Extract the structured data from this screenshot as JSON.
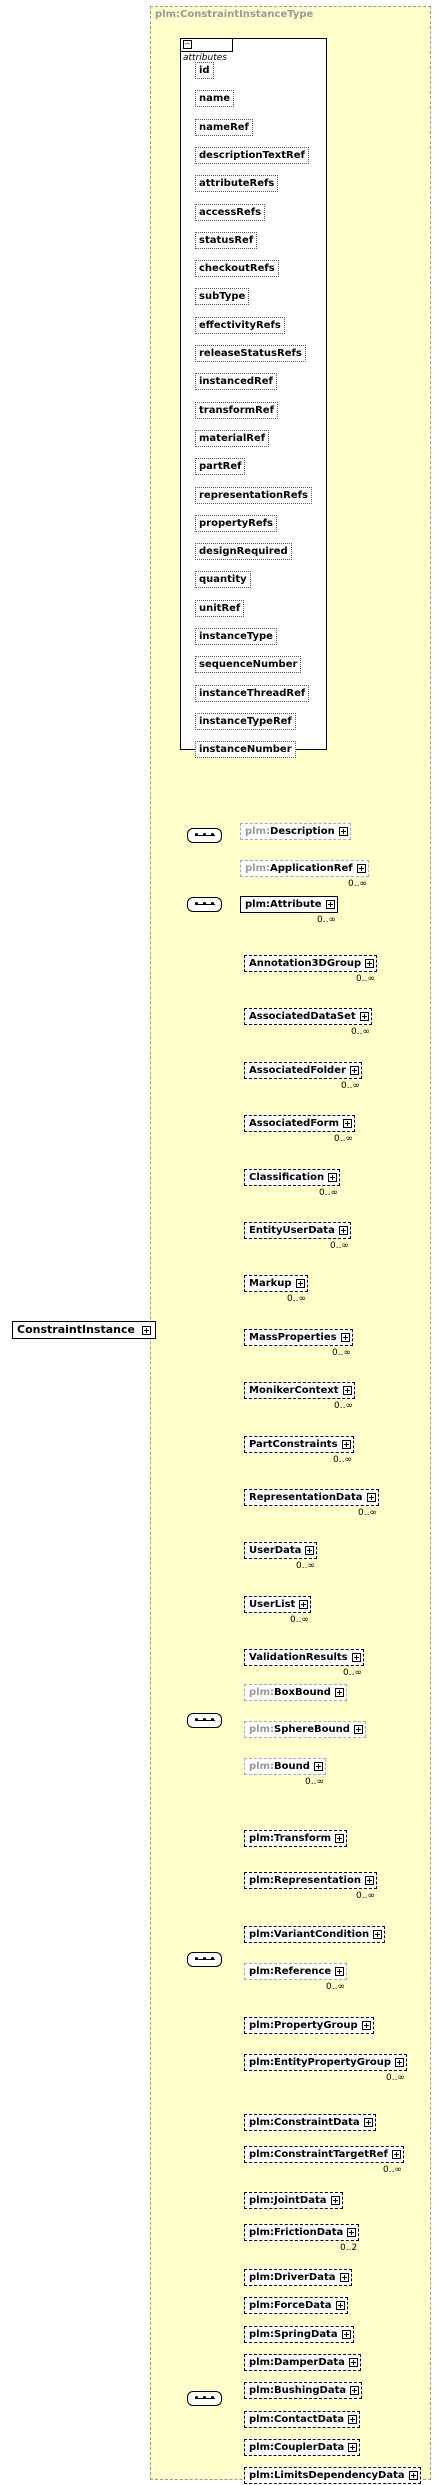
{
  "root": {
    "name": "ConstraintInstance"
  },
  "complex_type": {
    "title": "plm:ConstraintInstanceType"
  },
  "attributes_block": {
    "title": "attributes",
    "items": [
      "id",
      "name",
      "nameRef",
      "descriptionTextRef",
      "attributeRefs",
      "accessRefs",
      "statusRef",
      "checkoutRefs",
      "subType",
      "effectivityRefs",
      "releaseStatusRefs",
      "instancedRef",
      "transformRef",
      "materialRef",
      "partRef",
      "representationRefs",
      "propertyRefs",
      "designRequired",
      "quantity",
      "unitRef",
      "instanceType",
      "sequenceNumber",
      "instanceThreadRef",
      "instanceTypeRef",
      "instanceNumber"
    ]
  },
  "sequence1": [
    {
      "prefix": "plm:",
      "name": "Description",
      "card": ""
    },
    {
      "prefix": "plm:",
      "name": "ApplicationRef",
      "card": "0..∞"
    }
  ],
  "attribute_head": {
    "prefix": "plm:",
    "name": "Attribute",
    "card": "0..∞"
  },
  "attribute_choice": [
    {
      "name": "Annotation3DGroup",
      "card": "0..∞"
    },
    {
      "name": "AssociatedDataSet",
      "card": "0..∞"
    },
    {
      "name": "AssociatedFolder",
      "card": "0..∞"
    },
    {
      "name": "AssociatedForm",
      "card": "0..∞"
    },
    {
      "name": "Classification",
      "card": "0..∞"
    },
    {
      "name": "EntityUserData",
      "card": "0..∞"
    },
    {
      "name": "Markup",
      "card": "0..∞"
    },
    {
      "name": "MassProperties",
      "card": "0..∞"
    },
    {
      "name": "MonikerContext",
      "card": "0..∞"
    },
    {
      "name": "PartConstraints",
      "card": "0..∞"
    },
    {
      "name": "RepresentationData",
      "card": "0..∞"
    },
    {
      "name": "UserData",
      "card": "0..∞"
    },
    {
      "name": "UserList",
      "card": "0..∞"
    },
    {
      "name": "ValidationResults",
      "card": "0..∞"
    }
  ],
  "bound_group": [
    {
      "prefix": "plm:",
      "name": "BoxBound",
      "card": ""
    },
    {
      "prefix": "plm:",
      "name": "SphereBound",
      "card": ""
    },
    {
      "prefix": "plm:",
      "name": "Bound",
      "card": "0..∞"
    }
  ],
  "sequence4": [
    {
      "prefix": "plm:",
      "name": "Transform",
      "card": ""
    },
    {
      "prefix": "plm:",
      "name": "Representation",
      "card": "0..∞"
    },
    {
      "prefix": "plm:",
      "name": "VariantCondition",
      "card": ""
    },
    {
      "prefix": "plm:",
      "name": "Reference",
      "card": "0..∞"
    },
    {
      "prefix": "plm:",
      "name": "PropertyGroup",
      "card": ""
    },
    {
      "prefix": "plm:",
      "name": "EntityPropertyGroup",
      "card": "0..∞"
    }
  ],
  "sequence5": [
    {
      "prefix": "plm:",
      "name": "ConstraintData",
      "card": ""
    },
    {
      "prefix": "plm:",
      "name": "ConstraintTargetRef",
      "card": "0..∞"
    },
    {
      "prefix": "plm:",
      "name": "JointData",
      "card": ""
    },
    {
      "prefix": "plm:",
      "name": "FrictionData",
      "card": "0..2"
    },
    {
      "prefix": "plm:",
      "name": "DriverData",
      "card": ""
    },
    {
      "prefix": "plm:",
      "name": "ForceData",
      "card": ""
    },
    {
      "prefix": "plm:",
      "name": "SpringData",
      "card": ""
    },
    {
      "prefix": "plm:",
      "name": "DamperData",
      "card": ""
    },
    {
      "prefix": "plm:",
      "name": "BushingData",
      "card": ""
    },
    {
      "prefix": "plm:",
      "name": "ContactData",
      "card": ""
    },
    {
      "prefix": "plm:",
      "name": "CouplerData",
      "card": ""
    },
    {
      "prefix": "plm:",
      "name": "LimitsDependencyData",
      "card": ""
    }
  ]
}
